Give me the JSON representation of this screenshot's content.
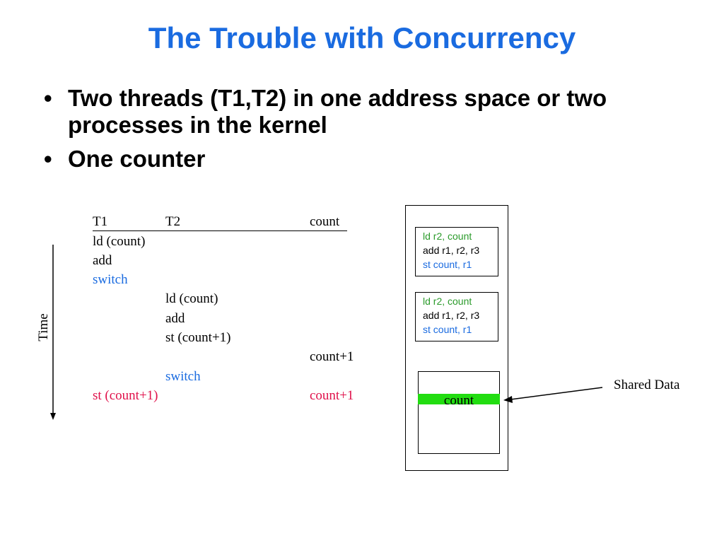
{
  "title": "The Trouble with Concurrency",
  "bullets": [
    "Two threads (T1,T2) in one address space or two processes in the kernel",
    "One counter"
  ],
  "table": {
    "headers": [
      "T1",
      "T2",
      "count"
    ],
    "rows": [
      {
        "t1": "ld (count)",
        "t2": "",
        "count": ""
      },
      {
        "t1": "add",
        "t2": "",
        "count": ""
      },
      {
        "t1": "switch",
        "t2": "",
        "count": ""
      },
      {
        "t1": "",
        "t2": "ld (count)",
        "count": ""
      },
      {
        "t1": "",
        "t2": "add",
        "count": ""
      },
      {
        "t1": "",
        "t2": "st (count+1)",
        "count": ""
      },
      {
        "t1": "",
        "t2": "",
        "count": "count+1"
      },
      {
        "t1": "",
        "t2": "switch",
        "count": ""
      },
      {
        "t1": "st (count+1)",
        "t2": "",
        "count": "count+1"
      }
    ]
  },
  "time_label": "Time",
  "code_blocks": [
    {
      "line1": "ld r2, count",
      "line2": "add r1, r2, r3",
      "line3": "st count, r1"
    },
    {
      "line1": "ld r2, count",
      "line2": "add r1, r2, r3",
      "line3": "st count, r1"
    }
  ],
  "data_box": {
    "count_label": "count"
  },
  "shared_data_label": "Shared Data",
  "colors": {
    "title": "#1a6be0",
    "switch": "#1a6be0",
    "race": "#e0104a",
    "load": "#2a9a2a",
    "count_bar": "#22dd11"
  }
}
